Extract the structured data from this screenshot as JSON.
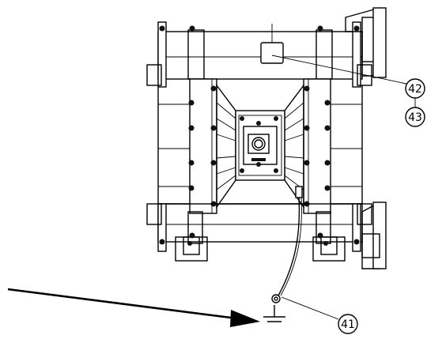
{
  "callouts": {
    "c41": "41",
    "c42": "42",
    "c43": "43"
  },
  "colors": {
    "line": "#000000",
    "background": "#ffffff"
  }
}
